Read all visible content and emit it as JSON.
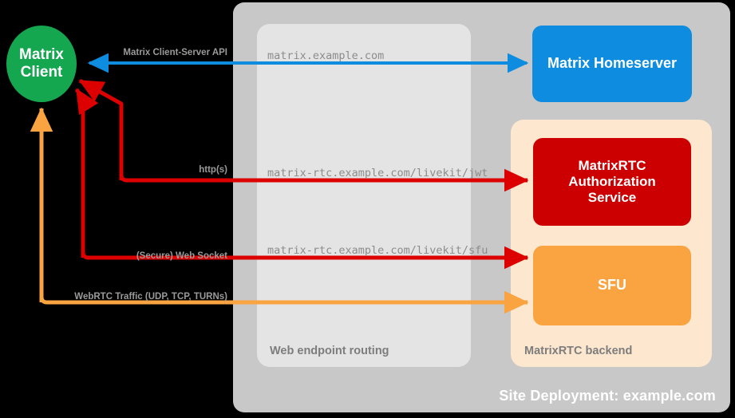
{
  "diagram": {
    "site": {
      "label": "Site Deployment: example.com",
      "color": "#c8c8c8"
    },
    "routing": {
      "label": "Web endpoint routing",
      "color": "#e4e4e4"
    },
    "backend": {
      "label": "MatrixRTC backend",
      "color": "#fde7cf"
    }
  },
  "nodes": {
    "client": {
      "line1": "Matrix",
      "line2": "Client",
      "color": "#15a650"
    },
    "homeserver": {
      "label": "Matrix Homeserver",
      "color": "#0d8ce0"
    },
    "auth": {
      "line1": "MatrixRTC",
      "line2": "Authorization",
      "line3": "Service",
      "color": "#cc0000"
    },
    "sfu": {
      "label": "SFU",
      "color": "#f9a341"
    }
  },
  "edges": [
    {
      "id": "client-server-api",
      "label": "Matrix Client-Server API",
      "endpoint": "matrix.example.com",
      "color": "#0d8ce0"
    },
    {
      "id": "http-jwt",
      "label": "http(s)",
      "endpoint": "matrix-rtc.example.com/livekit/jwt",
      "color": "#dd0000"
    },
    {
      "id": "websocket-sfu",
      "label": "(Secure) Web Socket",
      "endpoint": "matrix-rtc.example.com/livekit/sfu",
      "color": "#dd0000"
    },
    {
      "id": "webrtc-traffic",
      "label": "WebRTC Traffic (UDP, TCP, TURNs)",
      "endpoint": "",
      "color": "#f9a341"
    }
  ]
}
